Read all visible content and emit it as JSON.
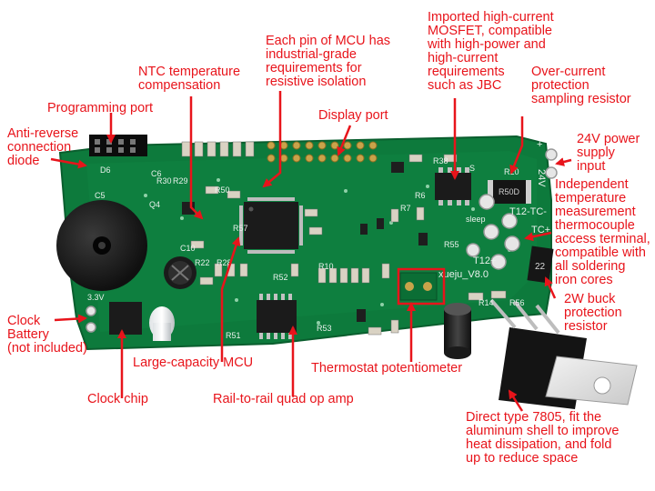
{
  "labels": {
    "mosfet": "Imported high-current\nMOSFET, compatible\nwith high-power and\nhigh-current\nrequirements\nsuch as JBC",
    "isolation": "Each pin of MCU has\nindustrial-grade\nrequirements for\nresistive isolation",
    "ntc": "NTC temperature\ncompensation",
    "overcurrent": "Over-current\nprotection\nsampling resistor",
    "programming": "Programming port",
    "display": "Display port",
    "anti_reverse": "Anti-reverse\nconnection\ndiode",
    "power": "24V power\nsupply\ninput",
    "thermocouple": "Independent\ntemperature\nmeasurement\nthermocouple\naccess terminal,\ncompatible with\nall soldering\niron cores",
    "buck": "2W buck\nprotection\nresistor",
    "battery": "Clock\nBattery\n(not included)",
    "mcu": "Large-capacity MCU",
    "potentiometer": "Thermostat potentiometer",
    "clock_chip": "Clock chip",
    "opamp": "Rail-to-rail quad op amp",
    "regulator": "Direct type 7805, fit the\naluminum shell to improve\nheat dissipation, and fold\nup to reduce space"
  },
  "silkscreen": {
    "version": "xueju_V8.0",
    "r50": "R50",
    "r51": "R51",
    "r52": "R52",
    "r53": "R53",
    "r55": "R55",
    "r56": "R56",
    "r57": "R57",
    "r10": "R10",
    "r14": "R14",
    "r20": "R20",
    "r38": "R38",
    "r22": "R22",
    "r28": "R28",
    "r29": "R29",
    "r30": "R30",
    "r6": "R6",
    "r7": "R7",
    "c5": "C5",
    "c6": "C6",
    "c10": "C10",
    "d6": "D6",
    "q4": "Q4",
    "s": "S",
    "sleep": "sleep",
    "t12_tc": "T12-TC-",
    "tc_plus": "TC+",
    "t12_plus": "T12+",
    "plus": "+",
    "v24": "24V",
    "r50d": "R50D",
    "v33": "3.3V",
    "r22_resistor": "22"
  },
  "colors": {
    "text": "#e8141b",
    "arrow": "#e8141b",
    "board": "#0d7a3c",
    "silk": "#e9f1ec"
  }
}
